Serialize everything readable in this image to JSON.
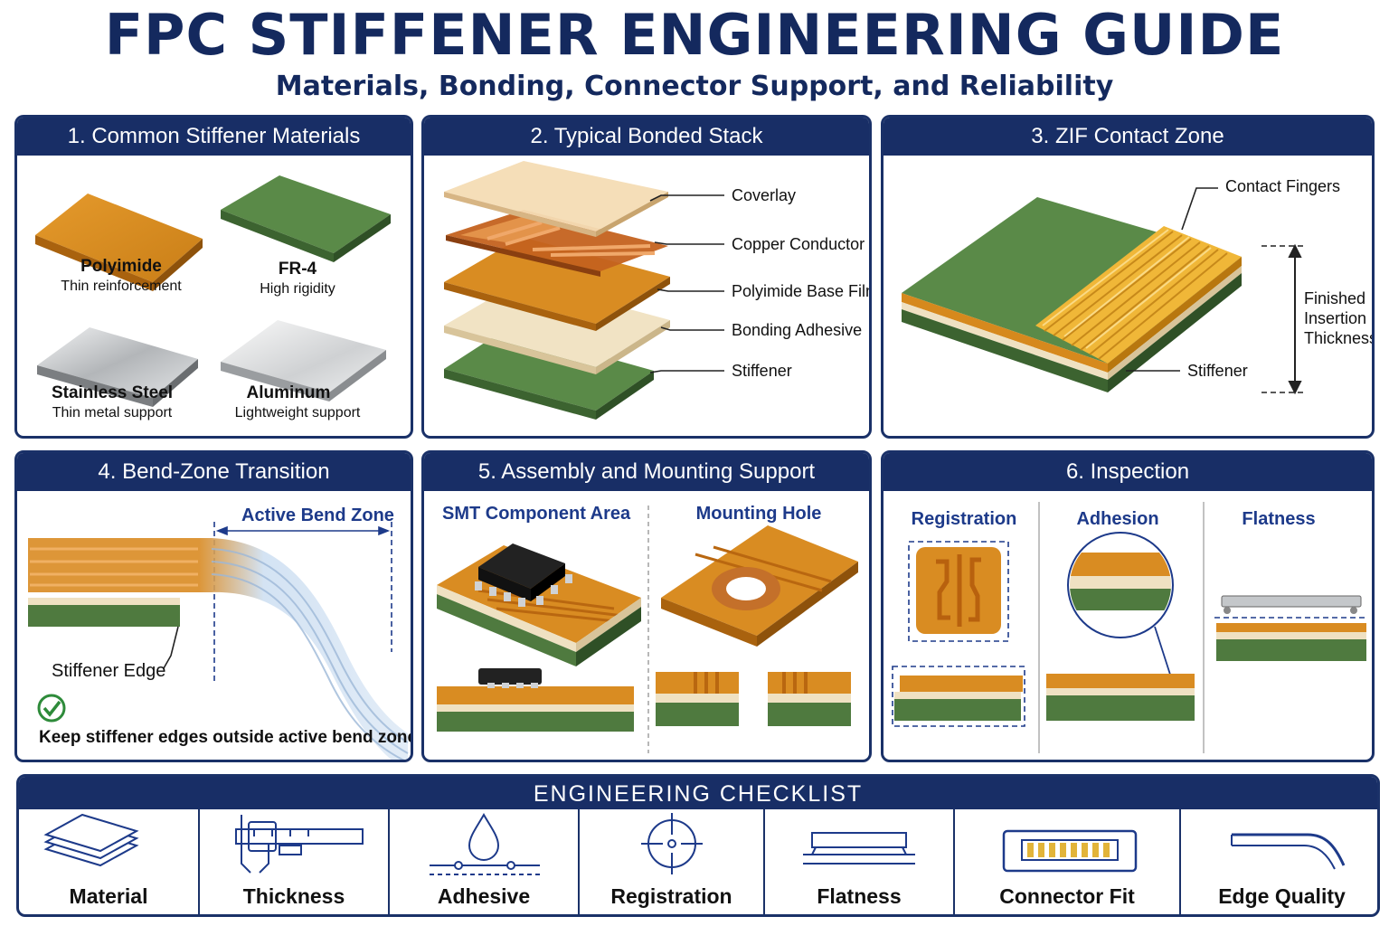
{
  "title": "FPC STIFFENER ENGINEERING GUIDE",
  "subtitle": "Materials, Bonding, Connector Support, and Reliability",
  "colors": {
    "navy": "#182e66",
    "polyimide": "#d4891f",
    "fr4": "#4f7a3f",
    "steel": "#b8bbbe",
    "adhesive": "#efe1c2",
    "gold": "#f0c24a"
  },
  "panels": {
    "materials": {
      "title": "1. Common Stiffener Materials",
      "items": [
        {
          "name": "Polyimide",
          "desc": "Thin reinforcement"
        },
        {
          "name": "FR-4",
          "desc": "High rigidity"
        },
        {
          "name": "Stainless Steel",
          "desc": "Thin metal support"
        },
        {
          "name": "Aluminum",
          "desc": "Lightweight support"
        }
      ]
    },
    "stack": {
      "title": "2. Typical Bonded Stack",
      "layers": [
        "Coverlay",
        "Copper Conductor",
        "Polyimide Base Film",
        "Bonding Adhesive",
        "Stiffener"
      ]
    },
    "zif": {
      "title": "3. ZIF Contact Zone",
      "contact_label": "Contact Fingers",
      "stiffener_label": "Stiffener",
      "thickness_label": [
        "Finished",
        "Insertion",
        "Thickness"
      ]
    },
    "bend": {
      "title": "4. Bend-Zone Transition",
      "zone_label": "Active Bend Zone",
      "edge_label": "Stiffener Edge",
      "note": "Keep stiffener edges outside active bend zones"
    },
    "assembly": {
      "title": "5. Assembly and Mounting Support",
      "smt_label": "SMT Component Area",
      "hole_label": "Mounting Hole"
    },
    "inspection": {
      "title": "6. Inspection",
      "columns": [
        "Registration",
        "Adhesion",
        "Flatness"
      ]
    }
  },
  "checklist": {
    "title": "ENGINEERING CHECKLIST",
    "items": [
      {
        "label": "Material",
        "icon": "layers-icon"
      },
      {
        "label": "Thickness",
        "icon": "caliper-icon"
      },
      {
        "label": "Adhesive",
        "icon": "droplet-icon"
      },
      {
        "label": "Registration",
        "icon": "crosshair-icon"
      },
      {
        "label": "Flatness",
        "icon": "flatness-icon"
      },
      {
        "label": "Connector Fit",
        "icon": "connector-icon"
      },
      {
        "label": "Edge Quality",
        "icon": "edge-icon"
      }
    ]
  }
}
